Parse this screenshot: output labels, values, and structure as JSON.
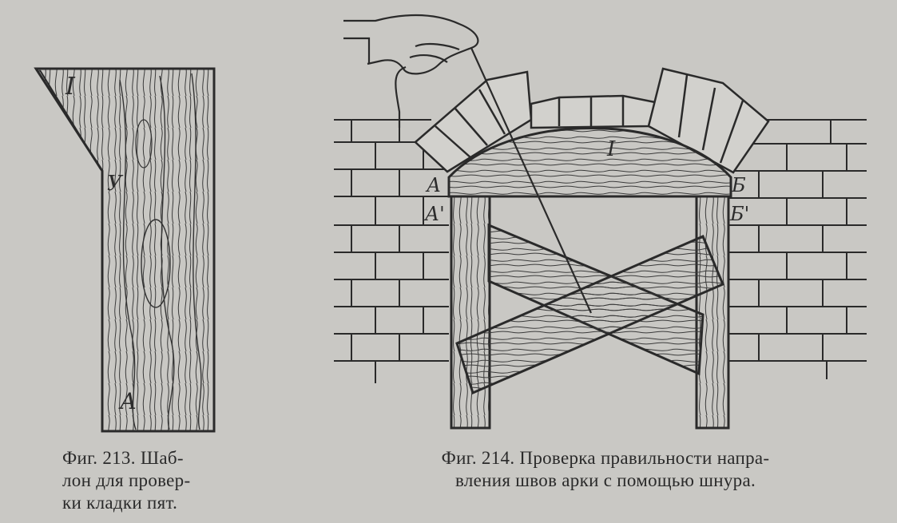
{
  "fig213": {
    "caption_lines": [
      "Фиг. 213. Шаб-",
      "лон для провер-",
      "ки кладки пят."
    ],
    "labels": {
      "top": "I",
      "mid": "У",
      "bottom": "А"
    }
  },
  "fig214": {
    "caption_lines": [
      "Фиг. 214. Проверка правильности напра-",
      "вления швов арки с помощью шнура."
    ],
    "labels": {
      "a": "А",
      "a_prime": "А'",
      "b": "Б",
      "b_prime": "Б'",
      "center": "I"
    }
  },
  "colors": {
    "background": "#c9c8c4",
    "ink": "#2a2a2a"
  }
}
